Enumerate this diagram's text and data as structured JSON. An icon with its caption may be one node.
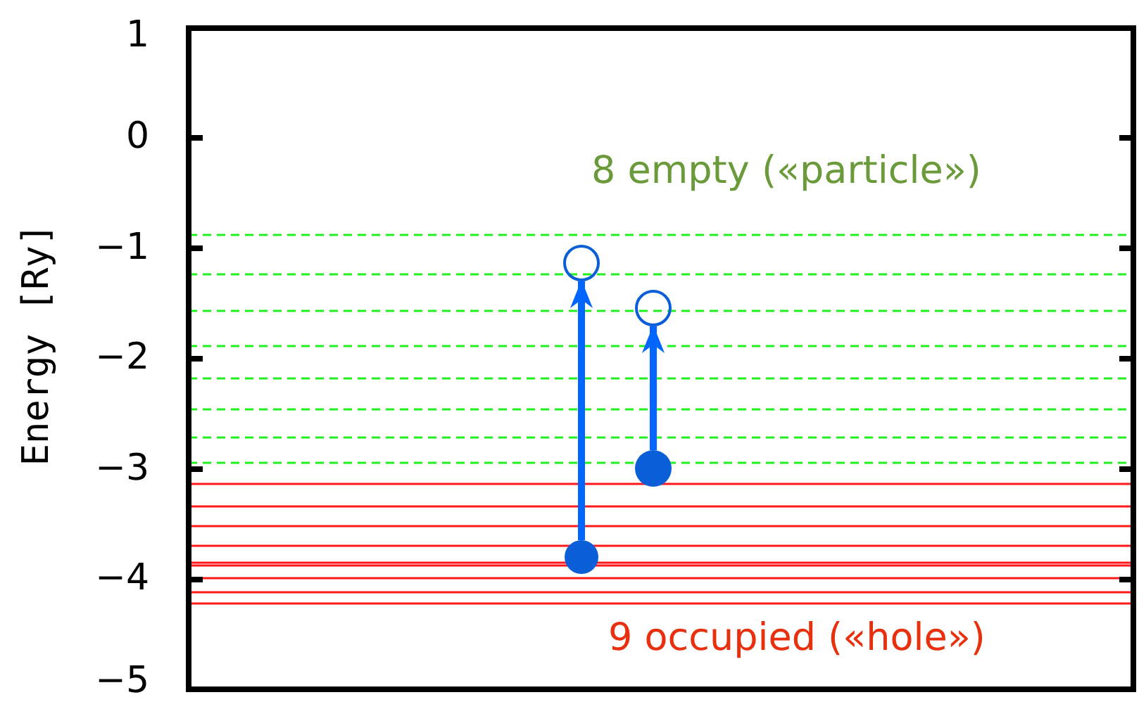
{
  "diagram": {
    "nodes": [
      {
        "text": [],
        "shape": "circle"
      },
      {
        "text": [],
        "shape": "circle"
      },
      {
        "text": [],
        "shape": "circle"
      },
      {
        "text": [],
        "shape": "circle"
      }
    ],
    "edges": [
      {
        "from": 2,
        "to": 0,
        "arrow": "to"
      },
      {
        "from": 3,
        "to": 1,
        "arrow": "to"
      }
    ],
    "labels": [
      "1",
      "0",
      "−1",
      "−2",
      "−3",
      "−4",
      "−5",
      "Energy [Ry]",
      "8 empty («particle»)",
      "9 occupied («hole»)"
    ]
  }
}
